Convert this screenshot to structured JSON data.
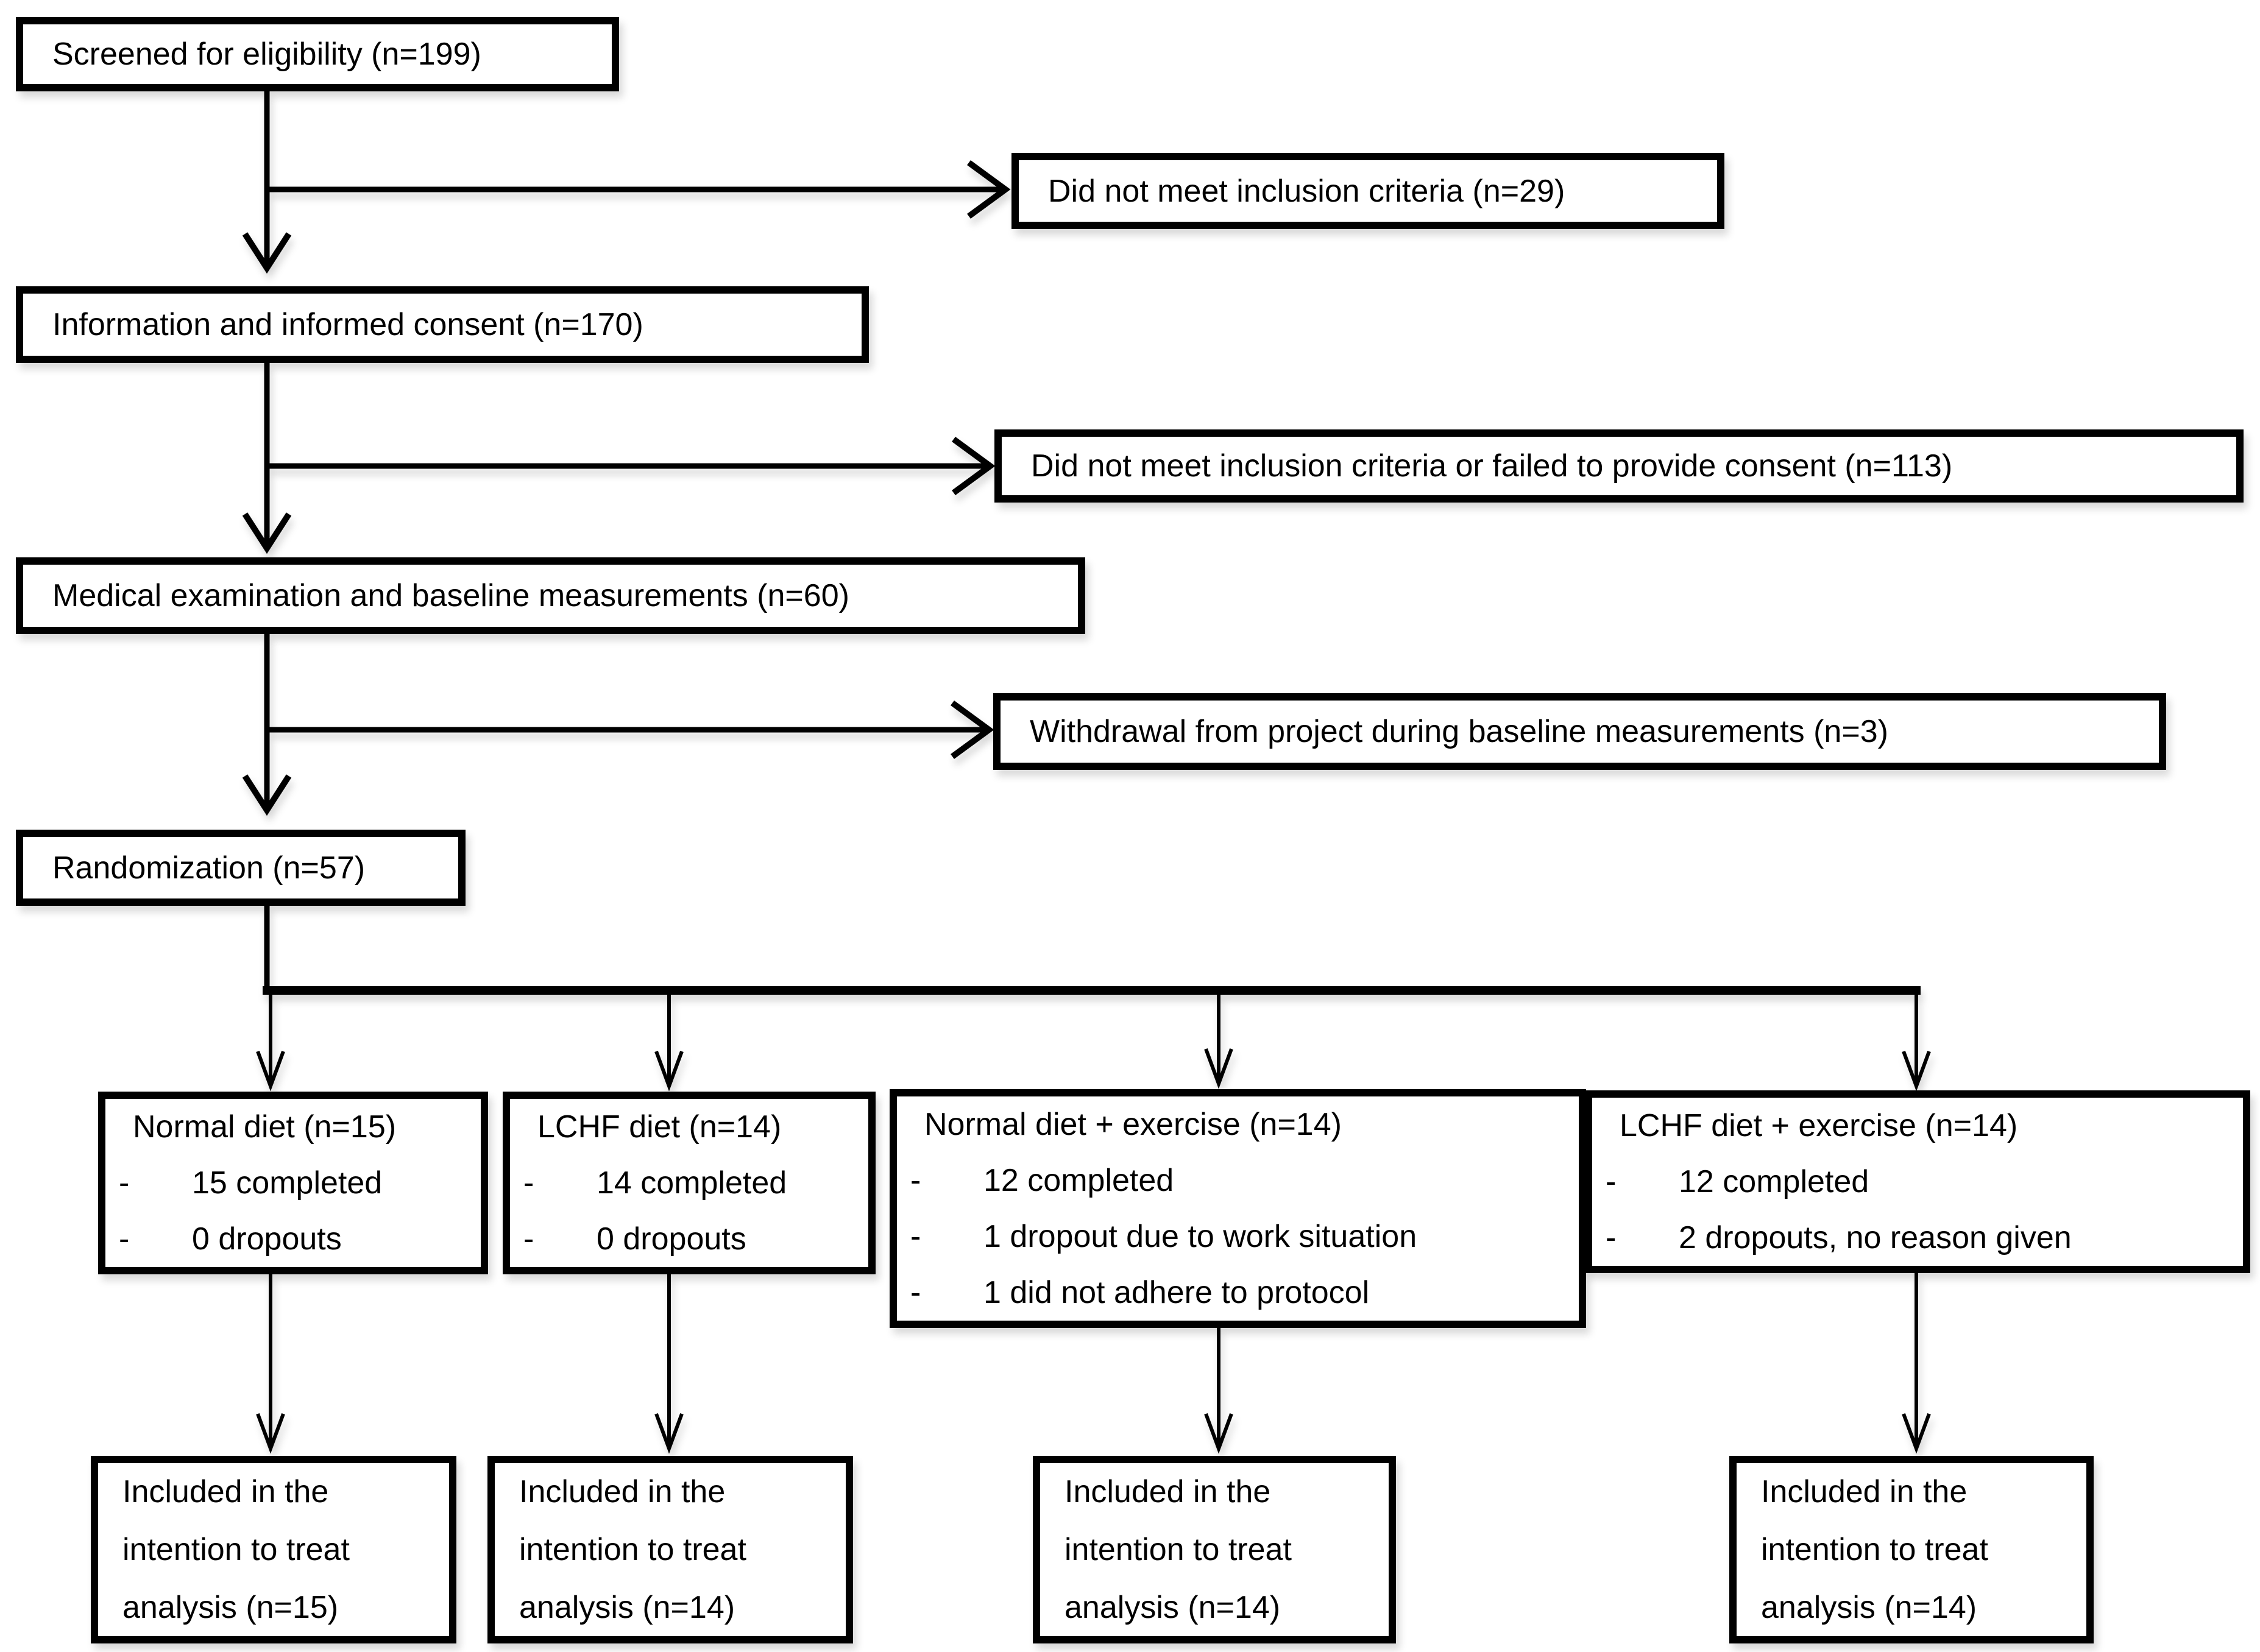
{
  "diagram": {
    "background": "#ffffff",
    "line_color": "#000000",
    "bullet_marker": "-",
    "flow": {
      "screened": "Screened for eligibility (n=199)",
      "consent": "Information and informed consent (n=170)",
      "medical": "Medical examination and baseline measurements (n=60)",
      "randomization": "Randomization (n=57)"
    },
    "exclusions": {
      "criteria": "Did not meet inclusion criteria (n=29)",
      "criteria_consent": "Did not meet inclusion criteria or failed to provide consent (n=113)",
      "withdrawal": "Withdrawal from project during baseline measurements (n=3)"
    },
    "arms": [
      {
        "title": "Normal diet (n=15)",
        "bullets": [
          "15 completed",
          "0 dropouts"
        ],
        "itt": "Included in the intention to treat analysis (n=15)"
      },
      {
        "title": "LCHF diet (n=14)",
        "bullets": [
          "14 completed",
          "0 dropouts"
        ],
        "itt": "Included in the intention to treat analysis (n=14)"
      },
      {
        "title": "Normal diet + exercise (n=14)",
        "bullets": [
          "12 completed",
          "1 dropout due to work situation",
          "1 did not adhere to protocol"
        ],
        "itt": "Included in the intention to treat analysis (n=14)"
      },
      {
        "title": "LCHF diet + exercise (n=14)",
        "bullets": [
          "12 completed",
          "2 dropouts, no reason given"
        ],
        "itt": "Included in the intention to treat analysis (n=14)"
      }
    ]
  }
}
